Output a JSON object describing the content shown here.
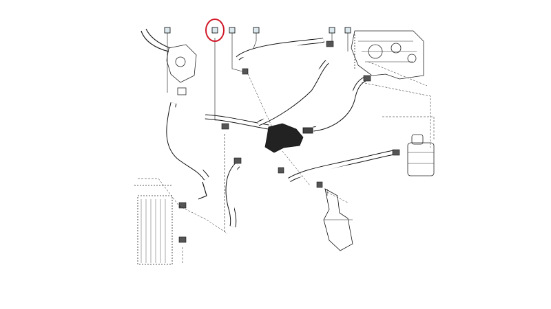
{
  "diagram": {
    "callouts": [
      {
        "id": "callout-1",
        "text": ""
      },
      {
        "id": "callout-2",
        "text": ""
      },
      {
        "id": "callout-3",
        "text": ""
      },
      {
        "id": "callout-4",
        "text": ""
      },
      {
        "id": "callout-5",
        "text": ""
      },
      {
        "id": "callout-6",
        "text": ""
      }
    ],
    "highlight_color": "#d11a2a",
    "line_color": "#111111",
    "tag_fill": "#dbe8ee"
  }
}
